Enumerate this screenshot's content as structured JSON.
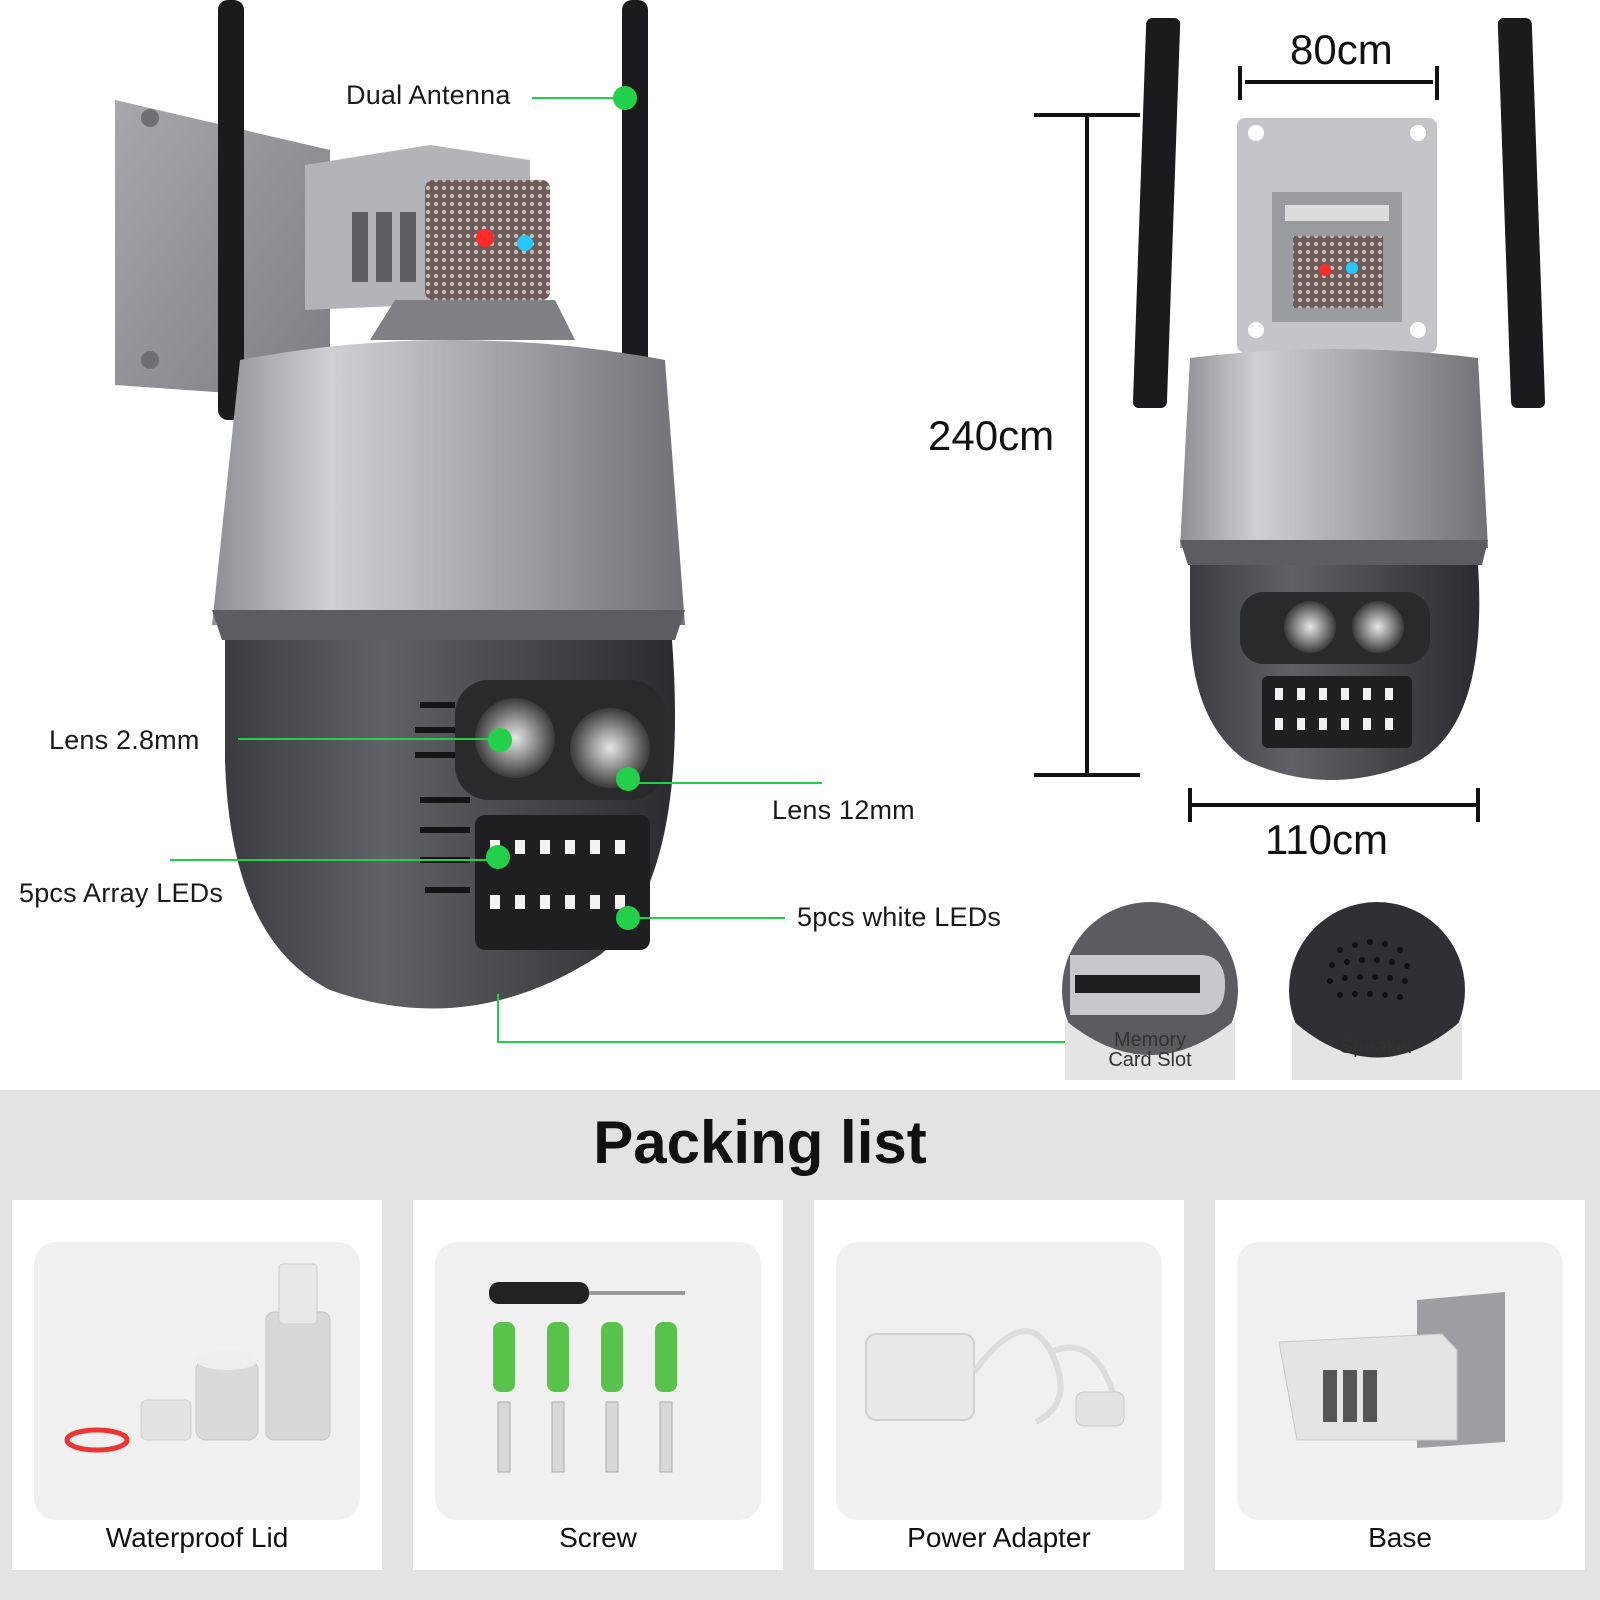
{
  "callouts": {
    "dual_antenna": "Dual Antenna",
    "lens_28": "Lens 2.8mm",
    "lens_12": "Lens 12mm",
    "array_leds": "5pcs Array LEDs",
    "white_leds": "5pcs white LEDs",
    "memory_card_slot_line1": "Memory",
    "memory_card_slot_line2": "Card Slot",
    "speaker": "Speaker"
  },
  "dimensions": {
    "width_top": "80cm",
    "height": "240cm",
    "width_bottom": "110cm"
  },
  "packing_list": {
    "title": "Packing list",
    "items": [
      {
        "label": "Waterproof Lid"
      },
      {
        "label": "Screw"
      },
      {
        "label": "Power Adapter"
      },
      {
        "label": "Base"
      }
    ]
  },
  "colors": {
    "callout_green": "#22d04a",
    "packing_bg": "#e3e3e3",
    "card_bg": "#ffffff"
  }
}
